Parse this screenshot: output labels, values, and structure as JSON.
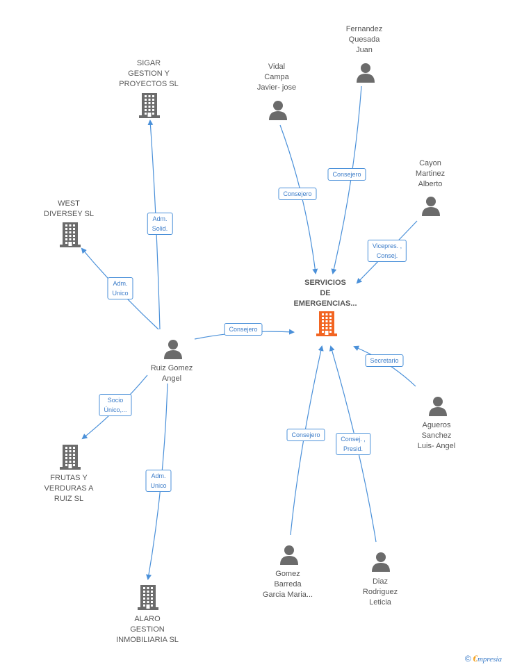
{
  "colors": {
    "edge": "#4a90d9",
    "node_gray": "#6b6b6b",
    "node_main": "#f26522",
    "label_text": "#555555"
  },
  "nodes": [
    {
      "id": "servicios",
      "type": "company-main",
      "label": "SERVICIOS\nDE\nEMERGENCIAS..."
    },
    {
      "id": "sigar",
      "type": "company",
      "label": "SIGAR\nGESTION Y\nPROYECTOS  SL"
    },
    {
      "id": "west",
      "type": "company",
      "label": "WEST\nDIVERSEY SL"
    },
    {
      "id": "frutas",
      "type": "company",
      "label": "FRUTAS Y\nVERDURAS A\nRUIZ  SL"
    },
    {
      "id": "alaro",
      "type": "company",
      "label": "ALARO\nGESTION\nINMOBILIARIA SL"
    },
    {
      "id": "ruiz",
      "type": "person",
      "label": "Ruiz Gomez\nAngel"
    },
    {
      "id": "vidal",
      "type": "person",
      "label": "Vidal\nCampa\nJavier- jose"
    },
    {
      "id": "fernandez",
      "type": "person",
      "label": "Fernandez\nQuesada\nJuan"
    },
    {
      "id": "cayon",
      "type": "person",
      "label": "Cayon\nMartinez\nAlberto"
    },
    {
      "id": "agueros",
      "type": "person",
      "label": "Agueros\nSanchez\nLuis-  Angel"
    },
    {
      "id": "gomez",
      "type": "person",
      "label": "Gomez\nBarreda\nGarcia Maria..."
    },
    {
      "id": "diaz",
      "type": "person",
      "label": "Diaz\nRodriguez\nLeticia"
    }
  ],
  "edges": [
    {
      "from": "ruiz",
      "to": "sigar",
      "label": "Adm.\nSolid."
    },
    {
      "from": "ruiz",
      "to": "west",
      "label": "Adm.\nUnico"
    },
    {
      "from": "ruiz",
      "to": "servicios",
      "label": "Consejero"
    },
    {
      "from": "ruiz",
      "to": "frutas",
      "label": "Socio\nÚnico,..."
    },
    {
      "from": "ruiz",
      "to": "alaro",
      "label": "Adm.\nUnico"
    },
    {
      "from": "vidal",
      "to": "servicios",
      "label": "Consejero"
    },
    {
      "from": "fernandez",
      "to": "servicios",
      "label": "Consejero"
    },
    {
      "from": "cayon",
      "to": "servicios",
      "label": "Vicepres. ,\nConsej."
    },
    {
      "from": "agueros",
      "to": "servicios",
      "label": "Secretario"
    },
    {
      "from": "gomez",
      "to": "servicios",
      "label": "Consejero"
    },
    {
      "from": "diaz",
      "to": "servicios",
      "label": "Consej. ,\nPresid."
    }
  ],
  "footer": {
    "copyright_symbol": "©",
    "brand_initial": "€",
    "brand_rest": "mpresia"
  }
}
